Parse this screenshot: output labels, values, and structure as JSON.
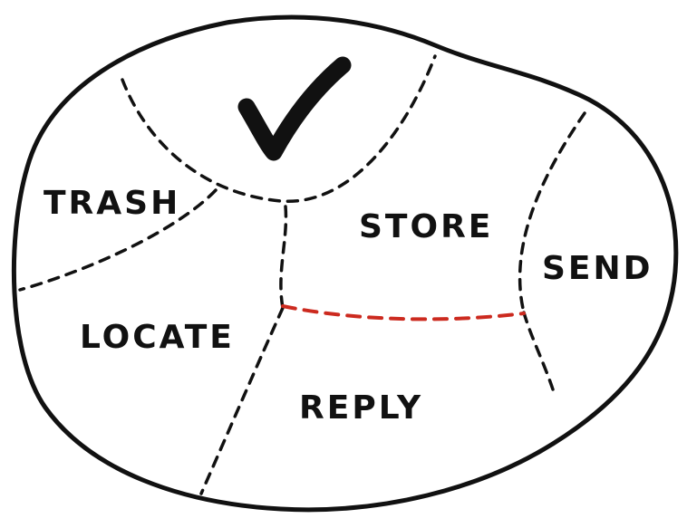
{
  "diagram": {
    "center_icon": "checkmark-icon",
    "highlight_color": "#cc2a1f",
    "outline_color": "#111111",
    "regions": [
      {
        "id": "trash",
        "label": "TRASH"
      },
      {
        "id": "store",
        "label": "STORE"
      },
      {
        "id": "send",
        "label": "SEND"
      },
      {
        "id": "locate",
        "label": "LOCATE"
      },
      {
        "id": "reply",
        "label": "REPLY"
      }
    ]
  }
}
